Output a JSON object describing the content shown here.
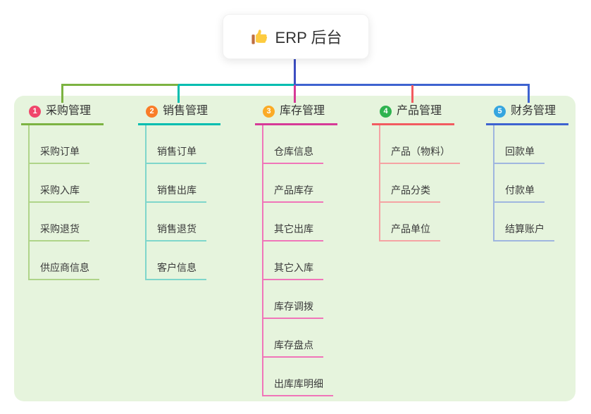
{
  "root": {
    "label": "ERP 后台",
    "icon": "thumbs-up"
  },
  "colors": {
    "bg_panel": "#E6F4DD",
    "root_line": "#3D4EC2",
    "b1": "#7CB342",
    "b1_light": "#AFD489",
    "b2": "#00BDB0",
    "b2_light": "#7FD6CB",
    "b3": "#D63A97",
    "b3_light": "#F075B9",
    "b4": "#F25B60",
    "b4_light": "#F5A3A3",
    "b5": "#3E63D0",
    "b5_light": "#9FB6DF",
    "badge1": "#F0466A",
    "badge2": "#F97C28",
    "badge3": "#FBAB26",
    "badge4": "#2FB350",
    "badge5": "#35A5DF"
  },
  "branches": [
    {
      "num": "1",
      "label": "采购管理",
      "items": [
        "采购订单",
        "采购入库",
        "采购退货",
        "供应商信息"
      ]
    },
    {
      "num": "2",
      "label": "销售管理",
      "items": [
        "销售订单",
        "销售出库",
        "销售退货",
        "客户信息"
      ]
    },
    {
      "num": "3",
      "label": "库存管理",
      "items": [
        "仓库信息",
        "产品库存",
        "其它出库",
        "其它入库",
        "库存调拨",
        "库存盘点",
        "出库库明细"
      ]
    },
    {
      "num": "4",
      "label": "产品管理",
      "items": [
        "产品（物料）",
        "产品分类",
        "产品单位"
      ]
    },
    {
      "num": "5",
      "label": "财务管理",
      "items": [
        "回款单",
        "付款单",
        "结算账户"
      ]
    }
  ]
}
